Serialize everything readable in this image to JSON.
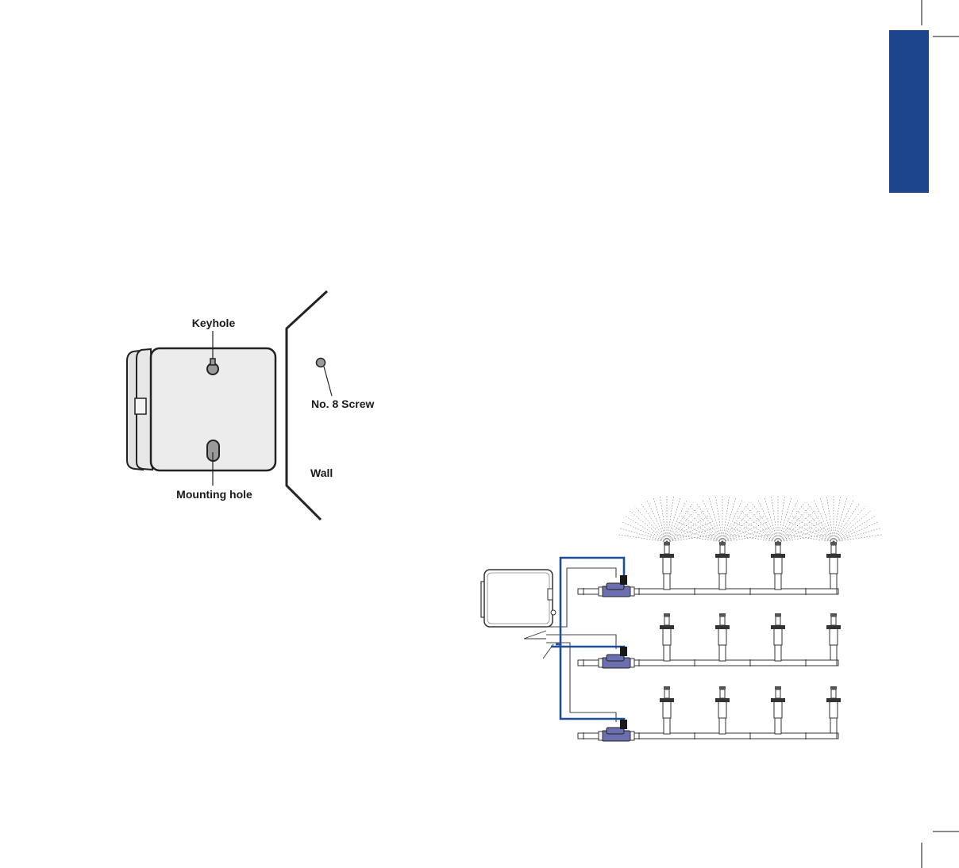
{
  "colors": {
    "accent_tab": "#1c458c",
    "wire_blue": "#1f4e96",
    "valve_purple": "#6b6fb0",
    "outline": "#222222",
    "box_fill": "#ececec",
    "screw_fill": "#9a9a9a"
  },
  "mounting_diagram": {
    "keyhole_label": "Keyhole",
    "mounting_hole_label": "Mounting hole",
    "screw_label": "No. 8 Screw",
    "wall_label": "Wall"
  },
  "irrigation_diagram": {
    "zones": 3,
    "sprinklers_per_zone": 4,
    "active_zone": 1
  }
}
